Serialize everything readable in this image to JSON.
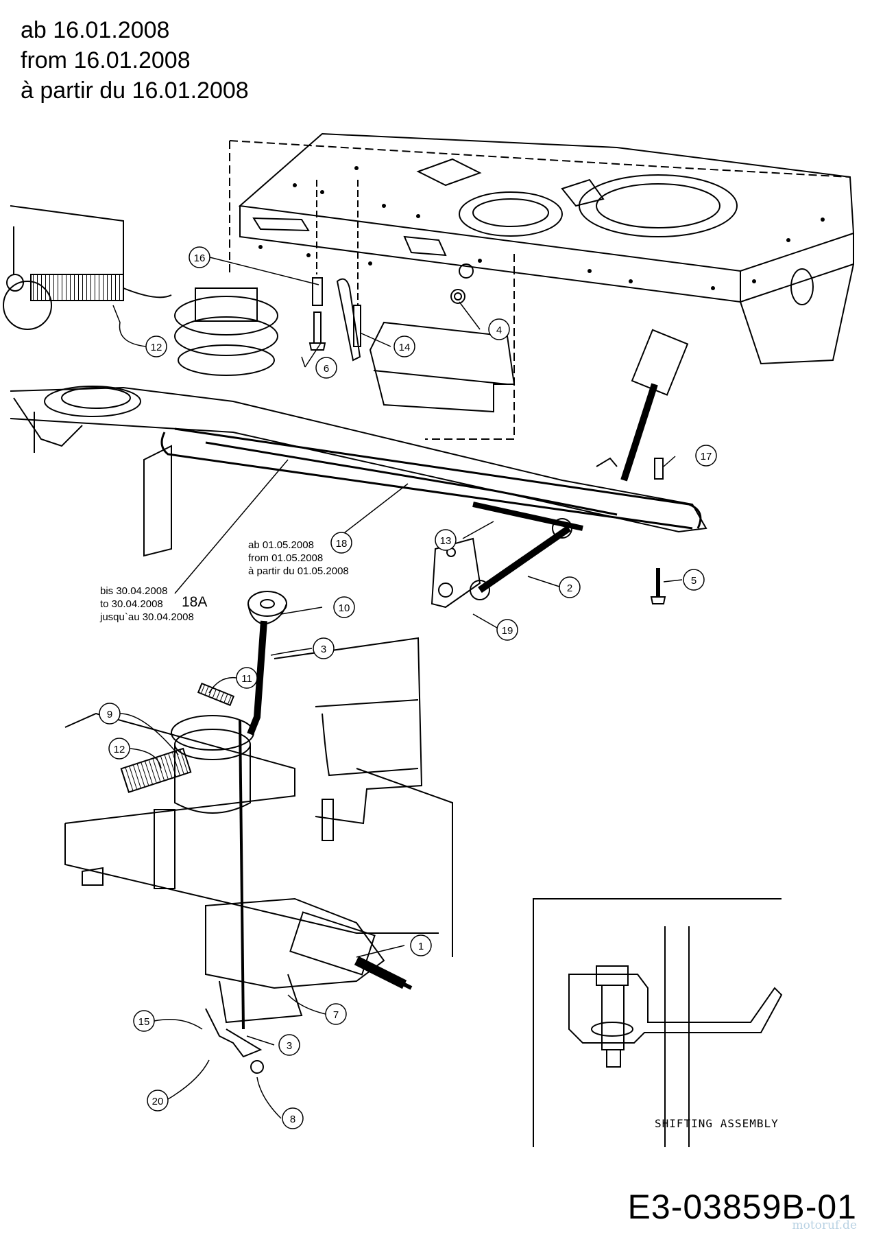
{
  "header": {
    "line_de": "ab 16.01.2008",
    "line_en": "from 16.01.2008",
    "line_fr": "à partir du 16.01.2008"
  },
  "notes": {
    "from_0105": [
      "ab 01.05.2008",
      "from 01.05.2008",
      "à partir du 01.05.2008"
    ],
    "until_3004": [
      "bis 30.04.2008",
      "to 30.04.2008",
      "jusqu`au 30.04.2008"
    ]
  },
  "part_18A": "18A",
  "callouts": [
    {
      "id": "c16",
      "label": "16"
    },
    {
      "id": "c4",
      "label": "4"
    },
    {
      "id": "c14",
      "label": "14"
    },
    {
      "id": "c6",
      "label": "6"
    },
    {
      "id": "c12a",
      "label": "12"
    },
    {
      "id": "c17",
      "label": "17"
    },
    {
      "id": "c18",
      "label": "18"
    },
    {
      "id": "c13",
      "label": "13"
    },
    {
      "id": "c5",
      "label": "5"
    },
    {
      "id": "c2",
      "label": "2"
    },
    {
      "id": "c19",
      "label": "19"
    },
    {
      "id": "c10",
      "label": "10"
    },
    {
      "id": "c3a",
      "label": "3"
    },
    {
      "id": "c11",
      "label": "11"
    },
    {
      "id": "c9",
      "label": "9"
    },
    {
      "id": "c12b",
      "label": "12"
    },
    {
      "id": "c1",
      "label": "1"
    },
    {
      "id": "c7",
      "label": "7"
    },
    {
      "id": "c15",
      "label": "15"
    },
    {
      "id": "c3b",
      "label": "3"
    },
    {
      "id": "c20",
      "label": "20"
    },
    {
      "id": "c8",
      "label": "8"
    }
  ],
  "inset": {
    "caption": "SHIFTING ASSEMBLY"
  },
  "doc_id": "E3-03859B-01",
  "watermark": "motoruf.de"
}
